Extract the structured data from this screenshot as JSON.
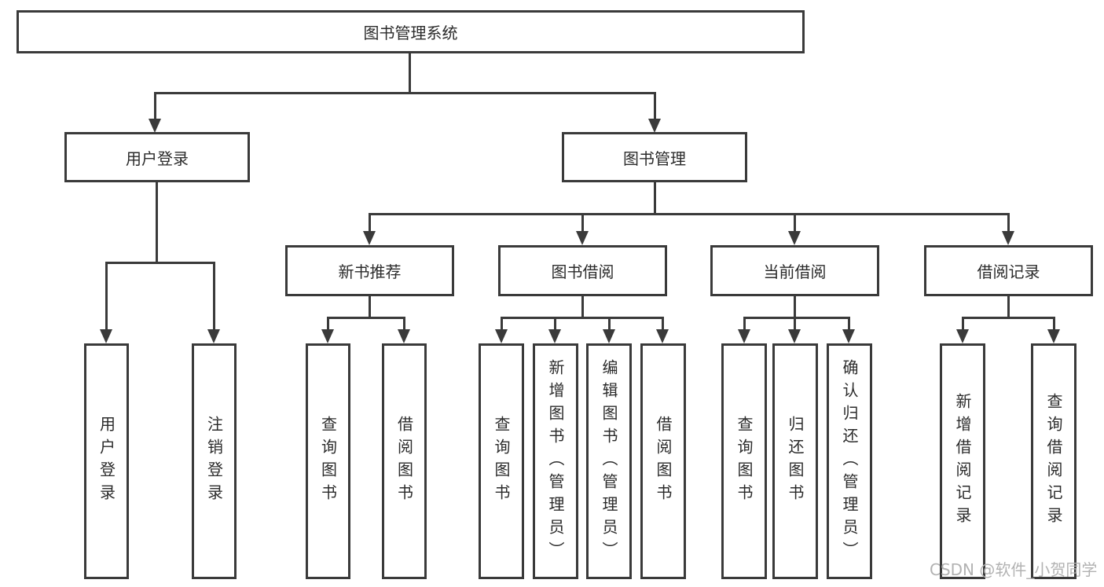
{
  "diagram": {
    "root": {
      "label": "图书管理系统"
    },
    "branches": [
      {
        "label": "用户登录",
        "children": [
          {
            "label": "用户登录"
          },
          {
            "label": "注销登录"
          }
        ]
      },
      {
        "label": "图书管理",
        "children": [
          {
            "label": "新书推荐",
            "children": [
              {
                "label": "查询图书"
              },
              {
                "label": "借阅图书"
              }
            ]
          },
          {
            "label": "图书借阅",
            "children": [
              {
                "label": "查询图书"
              },
              {
                "label": "新增图书（管理员）"
              },
              {
                "label": "编辑图书（管理员）"
              },
              {
                "label": "借阅图书"
              }
            ]
          },
          {
            "label": "当前借阅",
            "children": [
              {
                "label": "查询图书"
              },
              {
                "label": "归还图书"
              },
              {
                "label": "确认归还（管理员）"
              }
            ]
          },
          {
            "label": "借阅记录",
            "children": [
              {
                "label": "新增借阅记录"
              },
              {
                "label": "查询借阅记录"
              }
            ]
          }
        ]
      }
    ]
  },
  "watermark": {
    "text": "CSDN @软件_小贺同学"
  },
  "colors": {
    "line": "#3a3a3a",
    "text": "#2b2b2b",
    "watermark": "#b2b2b2",
    "background": "#ffffff"
  }
}
